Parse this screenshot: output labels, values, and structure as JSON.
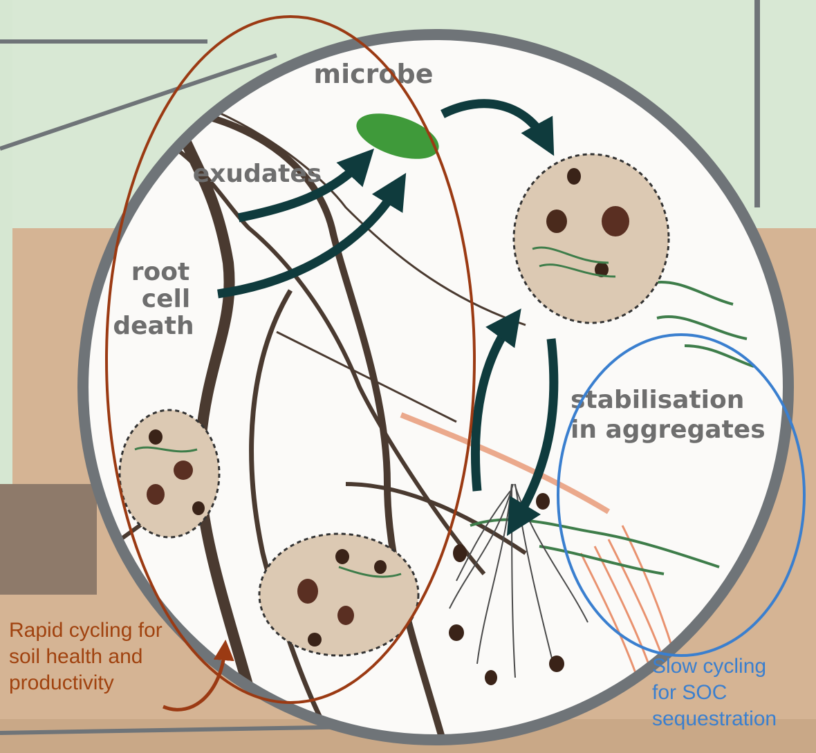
{
  "diagram": {
    "labels": {
      "microbe": "microbe",
      "exudates": "exudates",
      "root_cell_death": [
        "root",
        "cell",
        "death"
      ],
      "stabilisation": [
        "stabilisation",
        "in aggregates"
      ]
    }
  },
  "annotations": {
    "rapid_cycling": [
      "Rapid cycling for",
      "soil health and",
      "productivity"
    ],
    "slow_cycling": [
      "Slow cycling",
      "for SOC",
      "sequestration"
    ]
  },
  "colors": {
    "rapid_ellipse": "#9b3a13",
    "slow_ellipse": "#3a7fcf",
    "arrow": "#0f3b3d",
    "microbe": "#3f9a3a",
    "root": "#4a3a30",
    "label_grey": "#6e6e6e"
  }
}
